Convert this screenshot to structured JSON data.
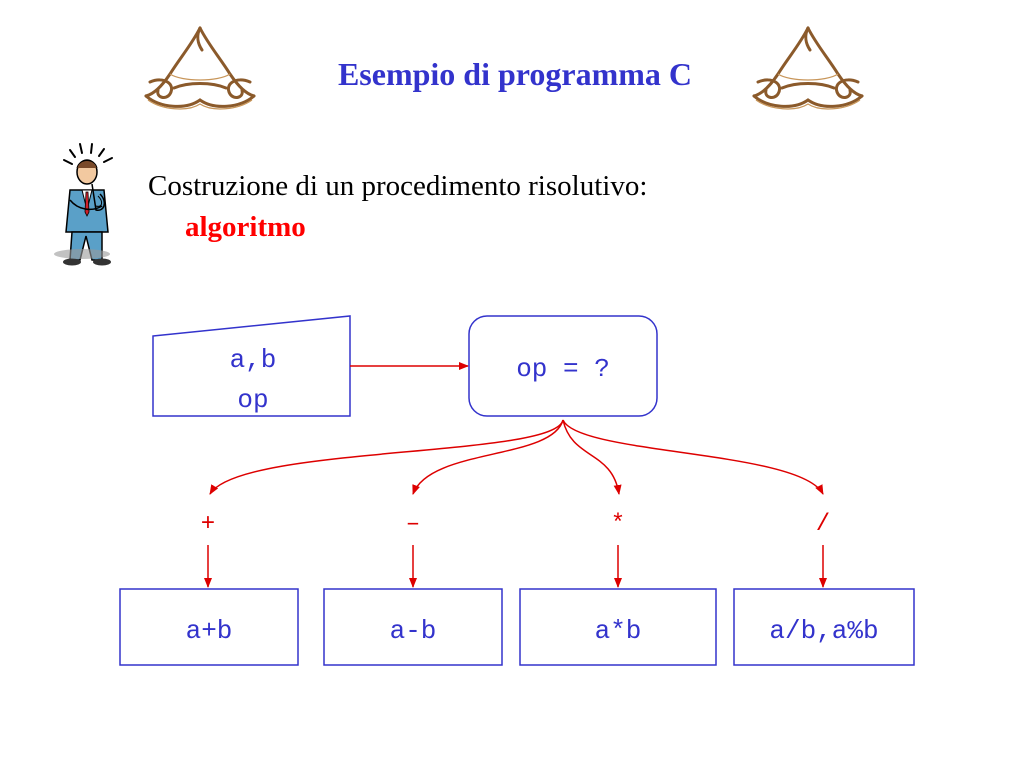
{
  "title": "Esempio di programma C",
  "body": {
    "line": "Costruzione di un procedimento risolutivo:",
    "keyword": "algoritmo"
  },
  "diagram": {
    "input_lines": [
      "a,b",
      "op"
    ],
    "decision": "op = ?",
    "operators": [
      "+",
      "–",
      "*",
      "/"
    ],
    "results": [
      "a+b",
      "a-b",
      "a*b",
      "a/b,a%b"
    ]
  },
  "colors": {
    "title": "#3333cc",
    "keyword": "#ff0000",
    "box_stroke": "#3333cc",
    "arrow": "#dd0000",
    "code_text": "#3333cc",
    "ornament": "#8b5a2b"
  },
  "icons": {
    "ornament": "flourish-ornament-icon",
    "clipart": "thinking-businessman-icon"
  }
}
